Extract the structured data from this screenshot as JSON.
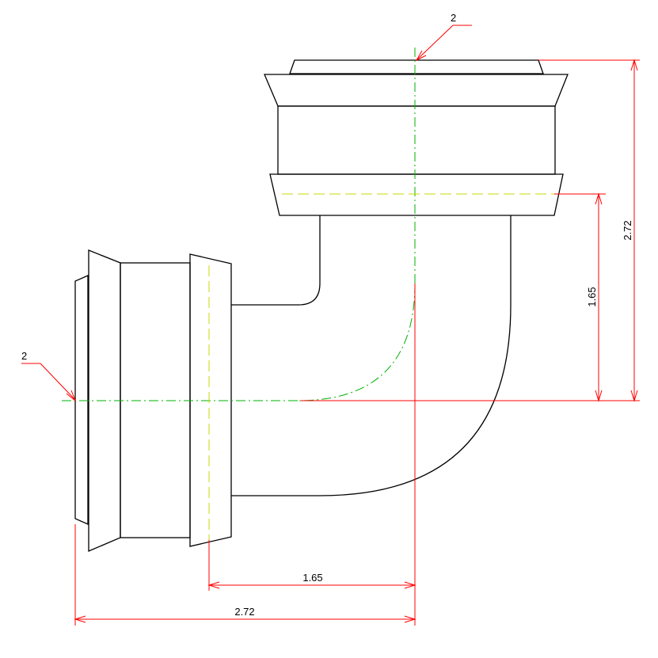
{
  "callouts": {
    "top": "2",
    "left": "2"
  },
  "dimensions": {
    "horizontal_short": "1.65",
    "horizontal_long": "2.72",
    "vertical_short": "1.65",
    "vertical_long": "2.72"
  },
  "colors": {
    "outline": "#000000",
    "dimension": "#ff0000",
    "centerline": "#00b000",
    "hidden_centerline": "#c8d800"
  }
}
